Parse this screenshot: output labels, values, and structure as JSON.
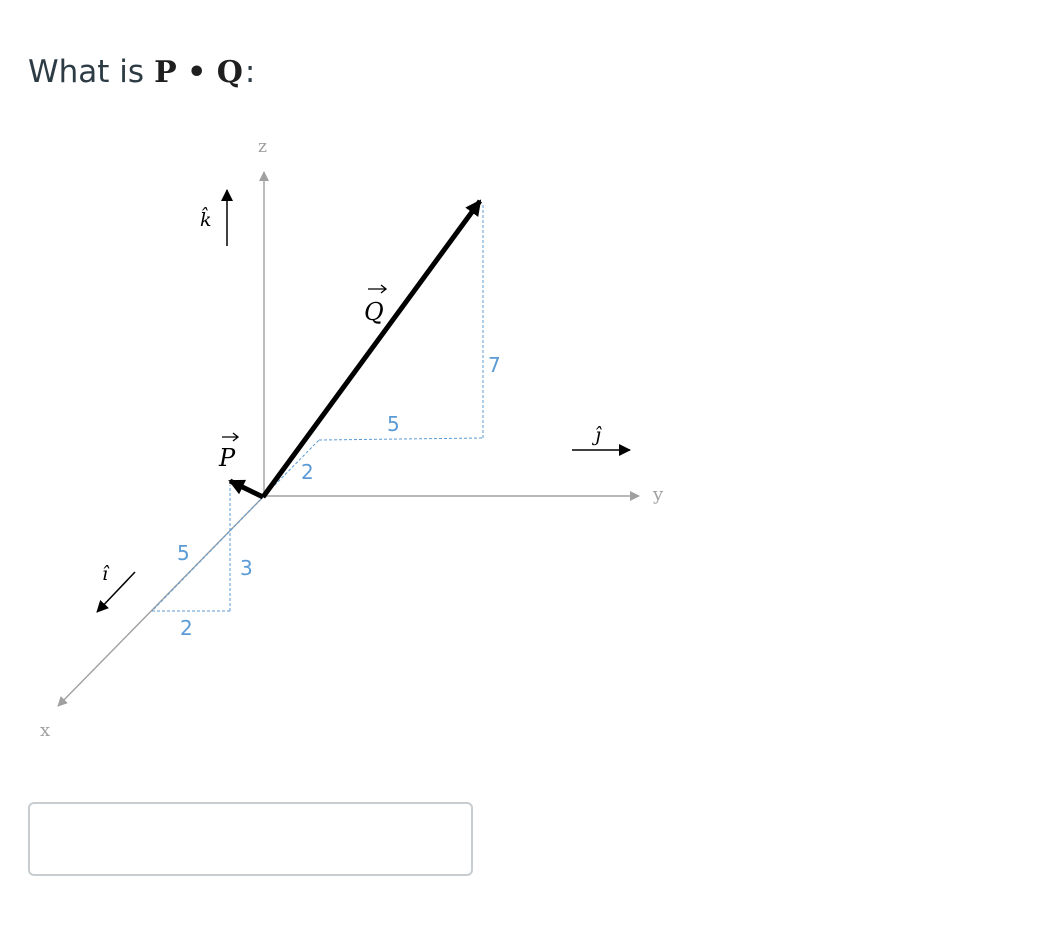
{
  "question": {
    "prefix": "What is",
    "expression": "P • Q",
    "suffix": ":"
  },
  "diagram": {
    "axes": {
      "x_label": "x",
      "y_label": "y",
      "z_label": "z"
    },
    "unit_vectors": {
      "i_label": "ı̂",
      "j_label": "ȷ̂",
      "k_label": "k̂"
    },
    "vectors": {
      "P_label": "P",
      "Q_label": "Q"
    },
    "dimensions": {
      "p_x": "5",
      "p_z": "3",
      "p_y": "2",
      "q_x": "2",
      "q_y": "5",
      "q_z": "7"
    },
    "colors": {
      "axis": "#a0a0a0",
      "vector": "#000000",
      "dimension": "#5b9bd5",
      "question_text": "#2d3b45"
    }
  },
  "answer": {
    "value": "",
    "placeholder": ""
  }
}
